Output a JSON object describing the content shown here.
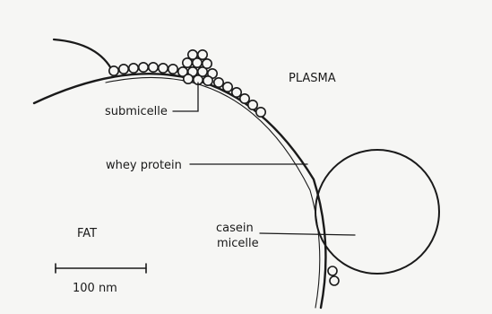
{
  "labels": {
    "plasma": "PLASMA",
    "fat": "FAT",
    "submicelle": "submicelle",
    "whey_protein": "whey protein",
    "casein_line1": "casein",
    "casein_line2": "micelle"
  },
  "scale_bar": {
    "label": "100 nm"
  },
  "colors": {
    "ink": "#1a1a1a",
    "paper": "#f6f6f4"
  }
}
